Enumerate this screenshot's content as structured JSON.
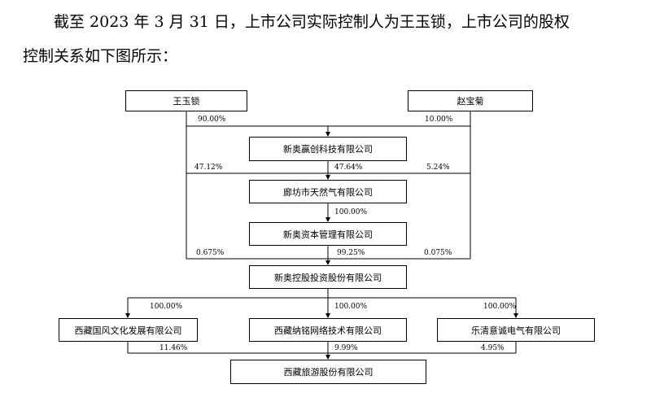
{
  "intro": {
    "line1": "截至 2023 年 3 月 31 日，上市公司实际控制人为王玉锁，上市公司的股权",
    "line2": "控制关系如下图所示："
  },
  "entities": {
    "wang": "王玉锁",
    "zhao": "赵宝菊",
    "xinao_yingchuang": "新奥赢创科技有限公司",
    "langfang_gas": "廊坊市天然气有限公司",
    "xinao_capital": "新奥资本管理有限公司",
    "xinao_holdings": "新奥控股投资股份有限公司",
    "tibet_guofeng": "西藏国风文化发展有限公司",
    "tibet_naming": "西藏纳铭网络技术有限公司",
    "yueqing_yicheng": "乐清意诚电气有限公司",
    "tibet_tourism": "西藏旅游股份有限公司"
  },
  "stakes": {
    "wang_to_yingchuang": "90.00%",
    "zhao_to_yingchuang": "10.00%",
    "wang_to_langfang": "47.12%",
    "yingchuang_to_langfang": "47.64%",
    "zhao_to_langfang": "5.24%",
    "langfang_to_capital": "100.00%",
    "wang_to_holdings": "0.675%",
    "capital_to_holdings": "99.25%",
    "zhao_to_holdings": "0.075%",
    "holdings_to_guofeng": "100.00%",
    "holdings_to_naming": "100.00%",
    "holdings_to_yicheng": "100.00%",
    "guofeng_to_tourism": "11.46%",
    "naming_to_tourism": "9.99%",
    "yicheng_to_tourism": "4.95%"
  }
}
